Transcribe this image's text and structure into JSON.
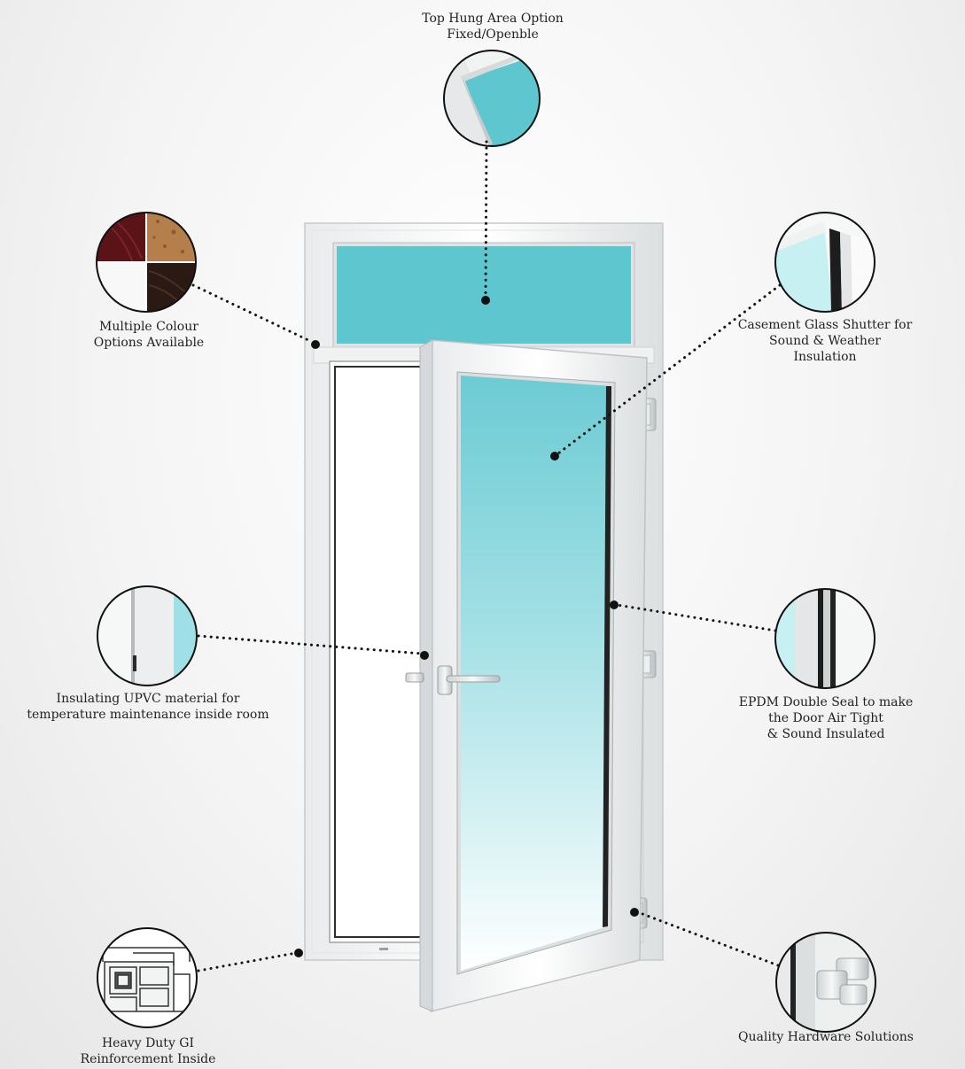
{
  "callouts": {
    "top_hung": {
      "lines": [
        "Top Hung Area Option",
        "Fixed/Openble"
      ]
    },
    "colour": {
      "lines": [
        "Multiple Colour",
        "Options Available"
      ]
    },
    "casement": {
      "lines": [
        "Casement Glass Shutter for",
        "Sound & Weather",
        "Insulation"
      ]
    },
    "upvc": {
      "lines": [
        "Insulating UPVC material for",
        "temperature maintenance inside room"
      ]
    },
    "epdm": {
      "lines": [
        "EPDM Double Seal to make",
        "the Door Air Tight",
        "& Sound Insulated"
      ]
    },
    "gi": {
      "lines": [
        "Heavy Duty GI",
        "Reinforcement Inside"
      ]
    },
    "hardware": {
      "lines": [
        "Quality Hardware Solutions"
      ]
    }
  },
  "colors": {
    "glass_light": "#b9ecef",
    "glass_dark": "#5cc6d0",
    "frame": "#f4f5f5",
    "frame_edge": "#c9cccd",
    "dot": "#111111",
    "wood_red": "#5a1418",
    "wood_cork": "#b57f4c",
    "wood_dark": "#2b1a14"
  },
  "swatches": [
    "mahogany",
    "cork",
    "white",
    "dark-wood"
  ]
}
